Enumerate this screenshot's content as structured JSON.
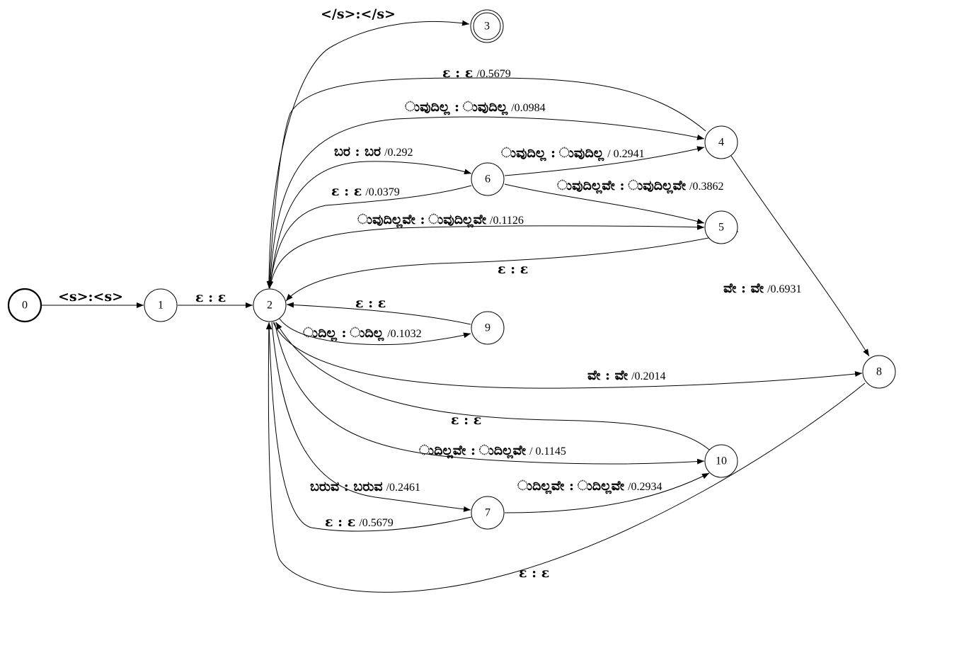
{
  "nodes": [
    {
      "id": "0",
      "label": "0",
      "start": true
    },
    {
      "id": "1",
      "label": "1"
    },
    {
      "id": "2",
      "label": "2"
    },
    {
      "id": "3",
      "label": "3",
      "final": true
    },
    {
      "id": "4",
      "label": "4"
    },
    {
      "id": "5",
      "label": "5"
    },
    {
      "id": "6",
      "label": "6"
    },
    {
      "id": "7",
      "label": "7"
    },
    {
      "id": "8",
      "label": "8"
    },
    {
      "id": "9",
      "label": "9"
    },
    {
      "id": "10",
      "label": "10"
    }
  ],
  "edges": [
    {
      "id": "e0-1",
      "from": "0",
      "to": "1",
      "label": "<s>:<s>",
      "weight": ""
    },
    {
      "id": "e1-2",
      "from": "1",
      "to": "2",
      "label": "ε : ε",
      "weight": ""
    },
    {
      "id": "e2-3",
      "from": "2",
      "to": "3",
      "label": "</s>:</s>",
      "weight": ""
    },
    {
      "id": "e4-2",
      "from": "4",
      "to": "2",
      "label": "ε : ε",
      "weight": "/0.5679"
    },
    {
      "id": "e2-4",
      "from": "2",
      "to": "4",
      "label": "ುವುದಿಲ್ಲ : ುವುದಿಲ್ಲ",
      "weight": "/0.0984"
    },
    {
      "id": "e2-6",
      "from": "2",
      "to": "6",
      "label": "ಬರ : ಬರ",
      "weight": "/0.292"
    },
    {
      "id": "e6-4",
      "from": "6",
      "to": "4",
      "label": "ುವುದಿಲ್ಲ : ುವುದಿಲ್ಲ",
      "weight": "/ 0.2941"
    },
    {
      "id": "e6-2",
      "from": "6",
      "to": "2",
      "label": "ε : ε",
      "weight": "/0.0379"
    },
    {
      "id": "e6-5",
      "from": "6",
      "to": "5",
      "label": "ುವುದಿಲ್ಲವೇ : ುವುದಿಲ್ಲವೇ",
      "weight": "/0.3862"
    },
    {
      "id": "e2-5",
      "from": "2",
      "to": "5",
      "label": "ುವುದಿಲ್ಲವೇ : ುವುದಿಲ್ಲವೇ",
      "weight": "/0.1126"
    },
    {
      "id": "e5-2",
      "from": "5",
      "to": "2",
      "label": "ε : ε",
      "weight": ""
    },
    {
      "id": "e4-8",
      "from": "4",
      "to": "8",
      "label": "ವೇ : ವೇ",
      "weight": "/0.6931"
    },
    {
      "id": "e9-2",
      "from": "9",
      "to": "2",
      "label": "ε : ε",
      "weight": ""
    },
    {
      "id": "e2-9",
      "from": "2",
      "to": "9",
      "label": "ುದಿಲ್ಲ : ುದಿಲ್ಲ",
      "weight": "/0.1032"
    },
    {
      "id": "e2-8",
      "from": "2",
      "to": "8",
      "label": "ವೇ : ವೇ",
      "weight": "/0.2014"
    },
    {
      "id": "e10-2",
      "from": "10",
      "to": "2",
      "label": "ε : ε",
      "weight": ""
    },
    {
      "id": "e2-10",
      "from": "2",
      "to": "10",
      "label": "ುದಿಲ್ಲವೇ : ುದಿಲ್ಲವೇ",
      "weight": "/ 0.1145"
    },
    {
      "id": "e2-7",
      "from": "2",
      "to": "7",
      "label": "ಬರುವ : ಬರುವ",
      "weight": "/0.2461"
    },
    {
      "id": "e7-10",
      "from": "7",
      "to": "10",
      "label": "ುದಿಲ್ಲವೇ : ುದಿಲ್ಲವೇ",
      "weight": "/0.2934"
    },
    {
      "id": "e7-2",
      "from": "7",
      "to": "2",
      "label": "ε : ε",
      "weight": "/0.5679"
    },
    {
      "id": "e8-2",
      "from": "8",
      "to": "2",
      "label": "ε : ε",
      "weight": ""
    }
  ]
}
